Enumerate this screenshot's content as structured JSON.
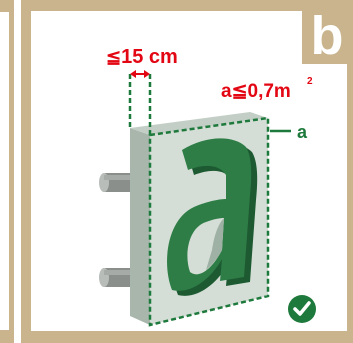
{
  "panel": {
    "badge_letter": "b",
    "frame_color": "#c9b48e",
    "background_color": "#ffffff"
  },
  "dimensions": {
    "depth_symbol": "≦",
    "depth_value": "15 cm",
    "area_symbol": "a≦",
    "area_value": "0,7m",
    "area_superscript": "2",
    "label_color": "#e30613"
  },
  "sign": {
    "letter": "a",
    "callout_label": "a",
    "face_color": "#d2dcd4",
    "letter_color": "#2e7d46",
    "guide_color": "#1e7a3c"
  },
  "status": {
    "icon": "check-circle-icon",
    "meaning": "approved",
    "color": "#1e7a3c"
  }
}
